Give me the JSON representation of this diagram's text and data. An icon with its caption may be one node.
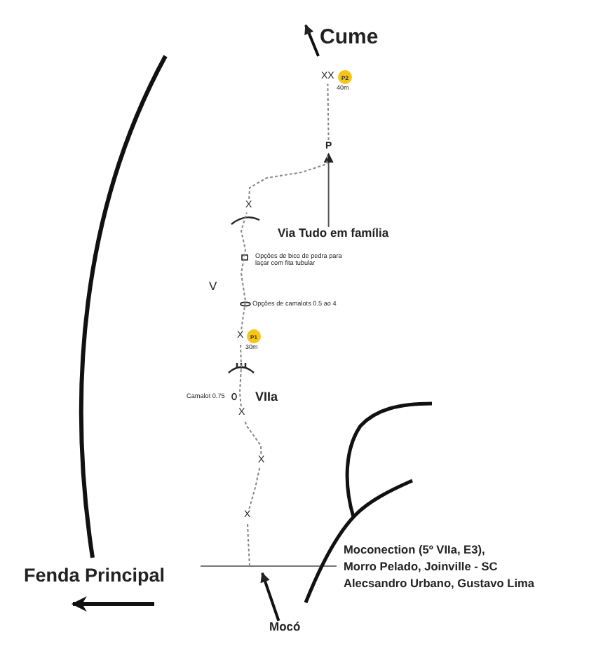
{
  "diagram": {
    "nodes": [
      {
        "text": [
          "Via Tudo em família"
        ]
      },
      {
        "text": [
          "Mocó"
        ]
      },
      {
        "text": [
          "P2"
        ],
        "beside": [
          "40m"
        ]
      },
      {
        "text": [
          "P1"
        ],
        "beside": [
          "30m"
        ]
      },
      {
        "text": [
          "XX"
        ]
      },
      {
        "text": [
          "P"
        ]
      },
      {
        "text": [
          "X"
        ]
      },
      {
        "text": [
          "X"
        ]
      },
      {
        "text": [
          "X"
        ]
      },
      {
        "text": [
          "X"
        ]
      },
      {
        "text": [
          "X"
        ]
      }
    ],
    "edges": [
      {
        "from": 0,
        "to": 5,
        "arrow": "to",
        "color": "#555555"
      },
      {
        "from": 1,
        "to": null,
        "arrow": "to",
        "color": "#111111"
      },
      {
        "from": 5,
        "to": 4,
        "arrow": "none",
        "style": "dashed",
        "color": "#888888"
      },
      {
        "from": 6,
        "to": 5,
        "arrow": "none",
        "style": "dashed",
        "color": "#888888"
      },
      {
        "from": 7,
        "to": 6,
        "arrow": "none",
        "style": "dashed",
        "color": "#888888"
      },
      {
        "from": 8,
        "to": 7,
        "arrow": "none",
        "style": "dashed",
        "color": "#888888"
      },
      {
        "from": 9,
        "to": 8,
        "arrow": "none",
        "style": "dashed",
        "color": "#888888"
      },
      {
        "from": 10,
        "to": 9,
        "arrow": "none",
        "style": "dashed",
        "color": "#888888"
      },
      {
        "from": null,
        "to": 10,
        "arrow": "none",
        "style": "dashed",
        "color": "#888888"
      }
    ],
    "labels": [
      "Cume",
      "Opções de bico de pedra para laçar com fita tubular",
      "V",
      "Opções de camalots 0.5 ao 4",
      "Camalot 0.75",
      "VIIa",
      "Fenda Principal",
      "Moconection (5º VIIa, E3),",
      "Morro Pelado, Joinville - SC",
      "Alecsandro Urbano, Gustavo Lima"
    ]
  }
}
